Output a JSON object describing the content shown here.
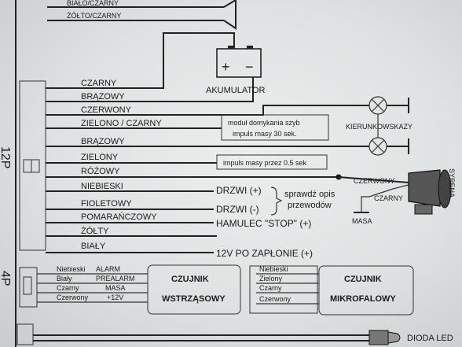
{
  "top": {
    "wires": [
      "BIAŁO/CZARNY",
      "ŻÓŁTO/CZARNY"
    ]
  },
  "connector": {
    "label_12": "12P",
    "label_4": "4P"
  },
  "main_wires": [
    "CZARNY",
    "BRĄZOWY",
    "CZERWONY",
    "ZIELONO / CZARNY",
    "BRĄZOWY",
    "ZIELONY",
    "RÓŻOWY",
    "NIEBIESKI",
    "FIOLETOWY",
    "POMARAŃCZOWY",
    "ŻÓŁTY",
    "BIAŁY"
  ],
  "battery": {
    "label": "AKUMULATOR",
    "plus": "+",
    "minus": "−"
  },
  "notes": {
    "module_line1": "moduł domykania szyb",
    "module_line2": "impuls masy 30 sek.",
    "impulse": "impuls masy przez 0.5 sek",
    "turn_signals": "KIERUNKOWSKAZY",
    "drzwi_plus": "DRZWI (+)",
    "drzwi_minus": "DRZWI (-)",
    "check1": "sprawdź opis",
    "check2": "przewodów",
    "brake": "HAMULEC \"STOP\" (+)",
    "ignition": "12V PO ZAPŁONIE (+)"
  },
  "siren": {
    "label": "SYRENA",
    "red": "CZERWONY",
    "black": "CZARNY",
    "ground": "MASA"
  },
  "shock_sensor": {
    "title1": "CZUJNIK",
    "title2": "WSTRZĄSOWY",
    "rows": [
      {
        "color": "Niebieski",
        "func": "ALARM"
      },
      {
        "color": "Biały",
        "func": "PREALARM"
      },
      {
        "color": "Czarny",
        "func": "MASA"
      },
      {
        "color": "Czerwony",
        "func": "+12V"
      }
    ]
  },
  "microwave_sensor": {
    "title1": "CZUJNIK",
    "title2": "MIKROFALOWY",
    "rows": [
      "Niebieski",
      "Zielony",
      "Czarny",
      "Czerwony"
    ]
  },
  "led": {
    "label": "DIODA LED"
  }
}
